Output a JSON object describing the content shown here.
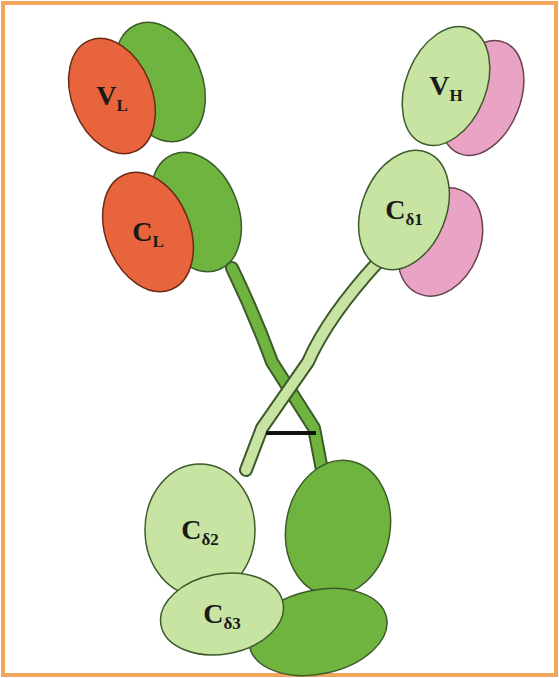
{
  "diagram": {
    "nodes": [
      {
        "text": [
          "VL"
        ]
      },
      {
        "text": [
          "CL"
        ]
      },
      {
        "text": [
          "VH"
        ]
      },
      {
        "text": [
          "Cδ1"
        ]
      },
      {
        "text": [
          "Cδ2"
        ]
      },
      {
        "text": [
          "Cδ3"
        ]
      }
    ]
  }
}
